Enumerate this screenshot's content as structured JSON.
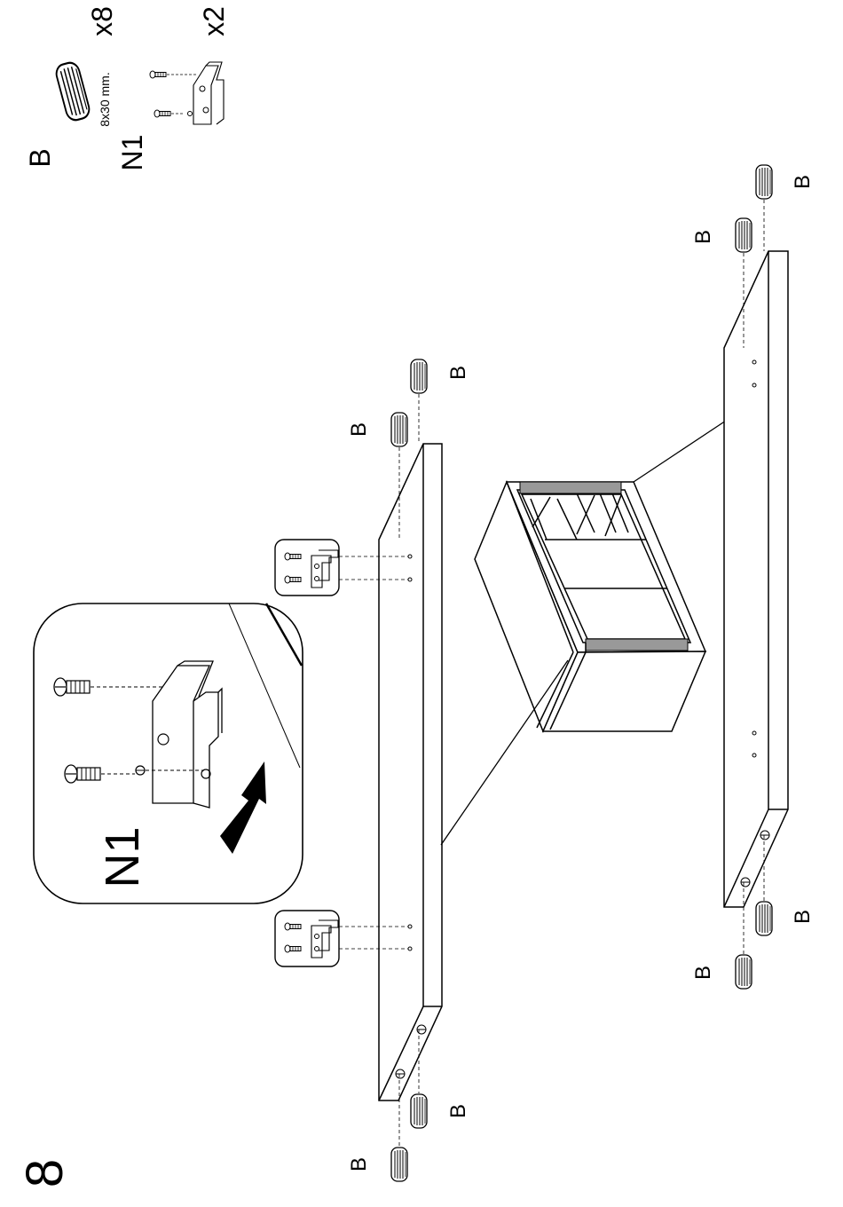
{
  "step_number": "8",
  "parts": {
    "dowel": {
      "letter": "B",
      "size": "8x30 mm.",
      "qty": "x8"
    },
    "bracket": {
      "letter": "N1",
      "qty": "x2"
    }
  },
  "detail": {
    "label": "N1"
  },
  "part_labels": [
    "B",
    "B",
    "B",
    "B",
    "B",
    "B",
    "B",
    "B"
  ]
}
